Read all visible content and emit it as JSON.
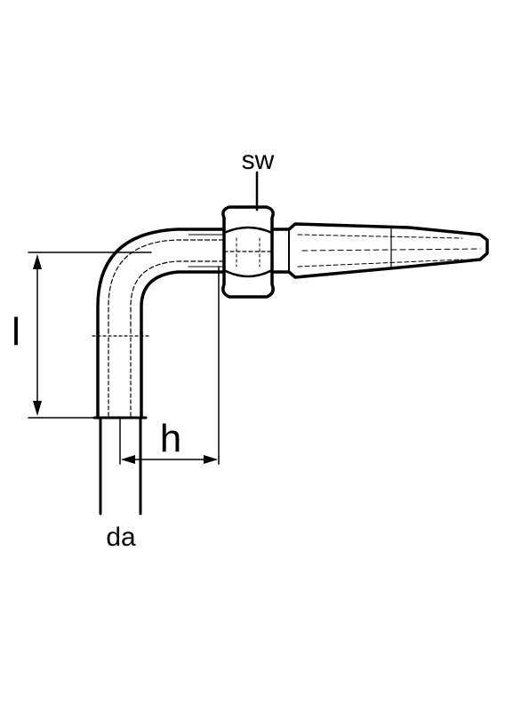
{
  "labels": {
    "sw": "sw",
    "l": "l",
    "h": "h",
    "da": "da"
  },
  "colors": {
    "line": "#000000",
    "background": "#ffffff"
  }
}
